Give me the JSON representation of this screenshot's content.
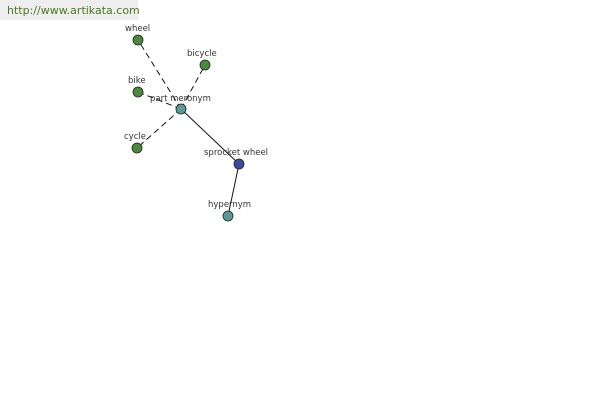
{
  "banner": {
    "url": "http://www.artikata.com"
  },
  "graph": {
    "nodes": [
      {
        "id": "wheel",
        "label": "wheel",
        "color": "#4a8a3e"
      },
      {
        "id": "bicycle",
        "label": "bicycle",
        "color": "#4a8a3e"
      },
      {
        "id": "bike",
        "label": "bike",
        "color": "#4a8a3e"
      },
      {
        "id": "part-meronym",
        "label": "part meronym",
        "color": "#5a9a94"
      },
      {
        "id": "cycle",
        "label": "cycle",
        "color": "#4a8a3e"
      },
      {
        "id": "sprocket-wheel",
        "label": "sprocket wheel",
        "color": "#3c4aa0"
      },
      {
        "id": "hypernym",
        "label": "hypernym",
        "color": "#5a9a94"
      }
    ],
    "edges": [
      {
        "from": "part-meronym",
        "to": "wheel",
        "style": "dashed"
      },
      {
        "from": "part-meronym",
        "to": "bicycle",
        "style": "dashed"
      },
      {
        "from": "part-meronym",
        "to": "bike",
        "style": "dashed"
      },
      {
        "from": "part-meronym",
        "to": "cycle",
        "style": "dashed"
      },
      {
        "from": "part-meronym",
        "to": "sprocket-wheel",
        "style": "solid"
      },
      {
        "from": "sprocket-wheel",
        "to": "hypernym",
        "style": "solid"
      }
    ]
  }
}
